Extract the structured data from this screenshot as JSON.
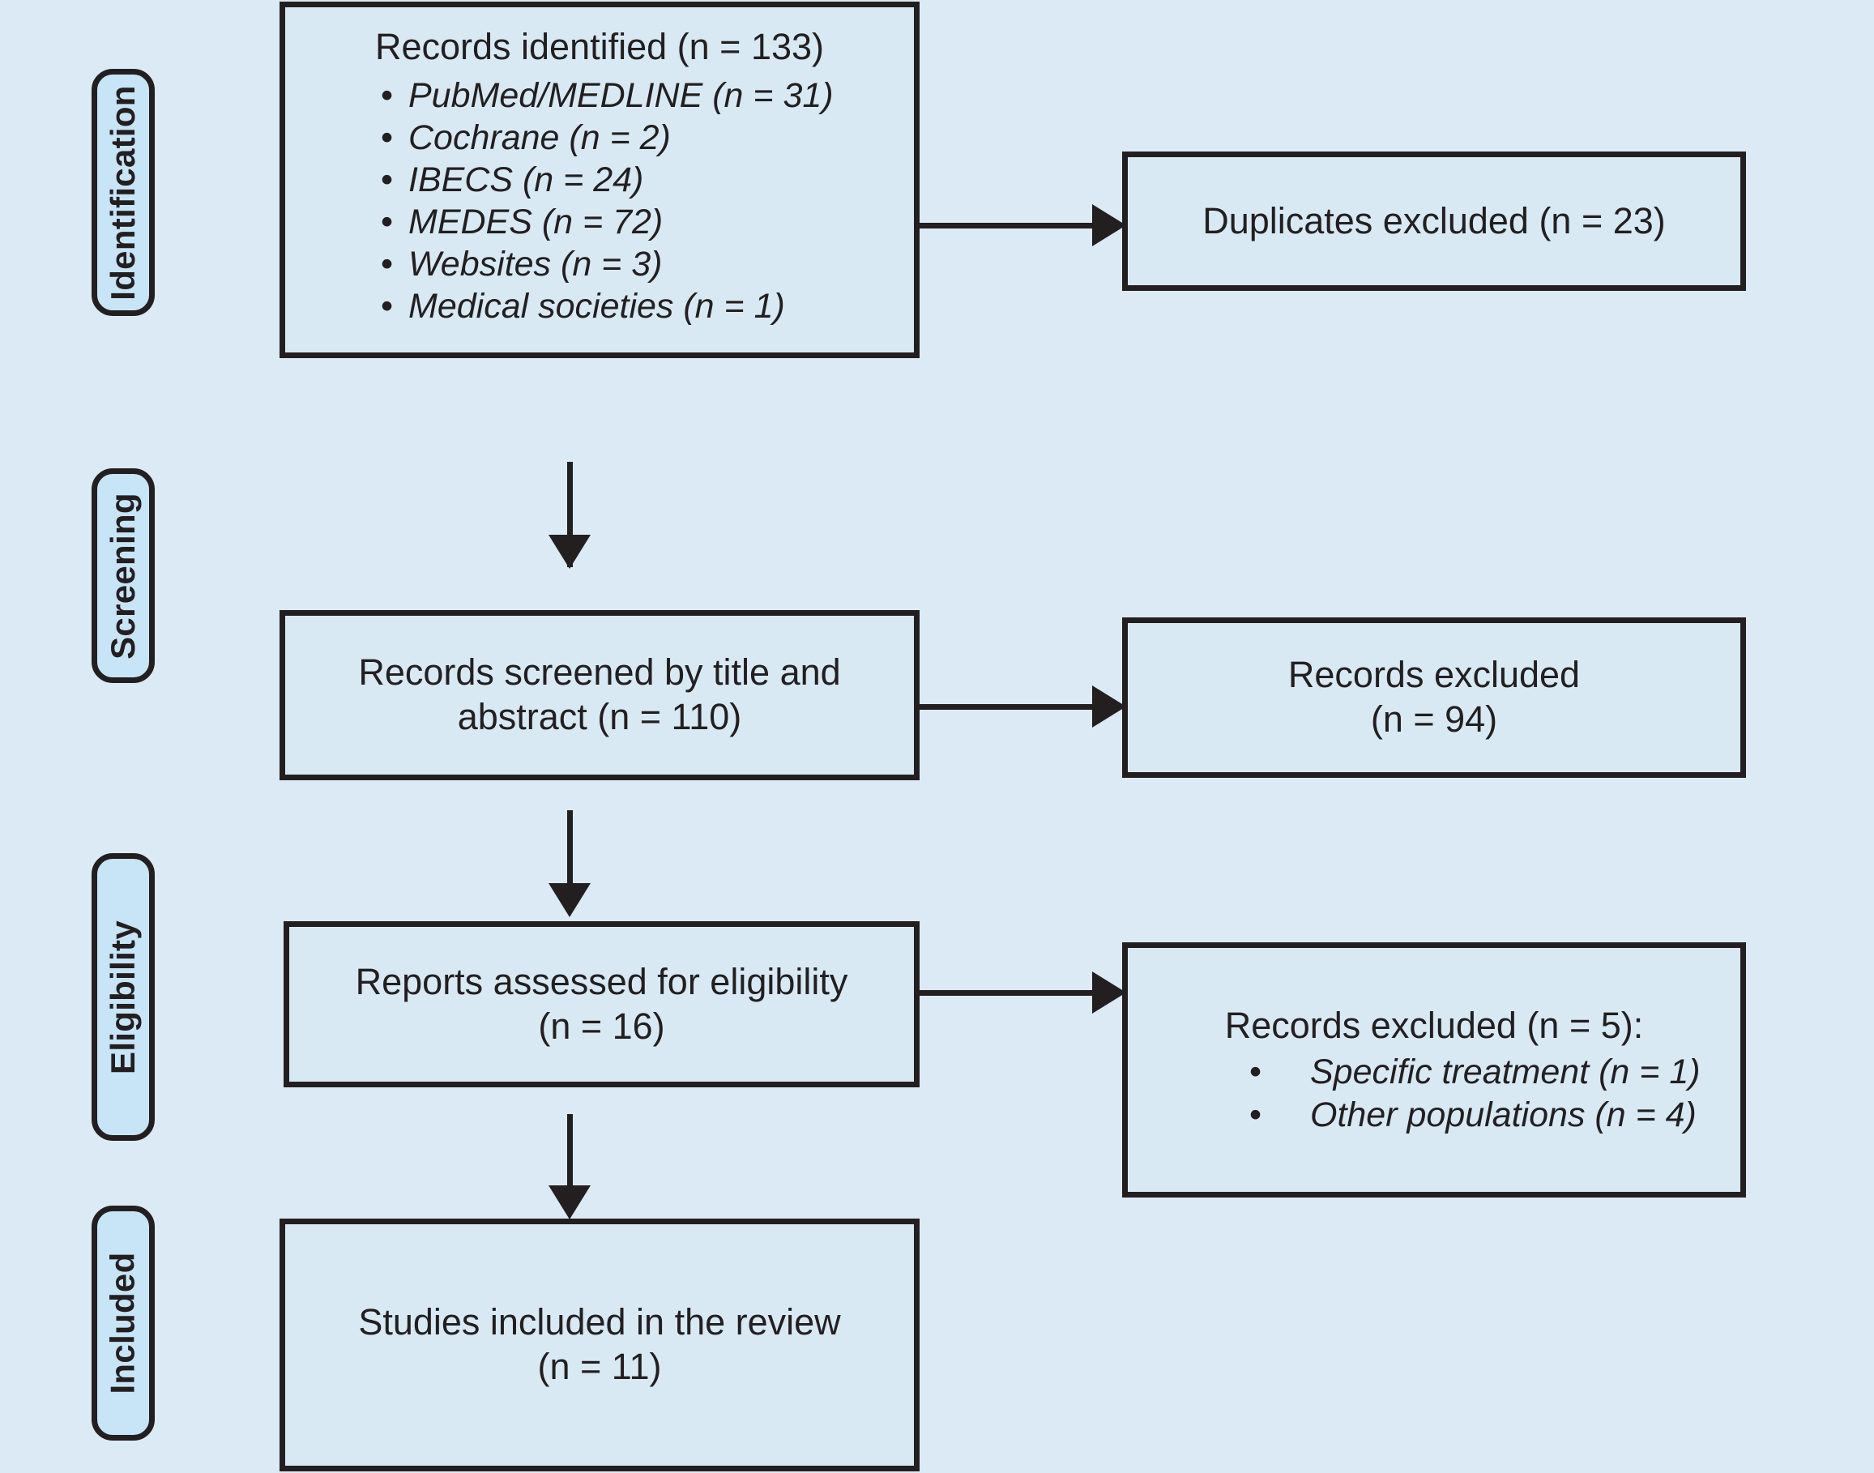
{
  "diagram": {
    "type": "prisma-flow-diagram",
    "background_color": "#dceaf5",
    "border_color": "#231f20",
    "stage_label_fill": "#c8e4f7",
    "box_fill": "#d8e9f4"
  },
  "stages": [
    {
      "id": "identification",
      "label": "Identification"
    },
    {
      "id": "screening",
      "label": "Screening"
    },
    {
      "id": "eligibility",
      "label": "Eligibility"
    },
    {
      "id": "included",
      "label": "Included"
    }
  ],
  "boxes": {
    "identified": {
      "title": "Records identified (n = 133)",
      "bullets": [
        "PubMed/MEDLINE (n = 31)",
        "Cochrane (n = 2)",
        "IBECS (n = 24)",
        "MEDES (n = 72)",
        "Websites (n = 3)",
        "Medical societies (n = 1)"
      ]
    },
    "duplicates_excluded": {
      "title": "Duplicates excluded (n = 23)"
    },
    "screened": {
      "title": "Records screened by title and\nabstract (n = 110)"
    },
    "records_excluded_screening": {
      "title": "Records excluded\n(n = 94)"
    },
    "assessed": {
      "title": "Reports assessed for eligibility\n(n = 16)"
    },
    "records_excluded_eligibility": {
      "title": "Records excluded (n = 5):",
      "bullets": [
        "Specific treatment (n = 1)",
        "Other populations (n = 4)"
      ]
    },
    "included_studies": {
      "title": "Studies included in the review\n(n = 11)"
    }
  },
  "bullet_glyph": "•",
  "counts": {
    "records_identified": 133,
    "pubmed_medline": 31,
    "cochrane": 2,
    "ibecs": 24,
    "medes": 72,
    "websites": 3,
    "medical_societies": 1,
    "duplicates_excluded": 23,
    "records_screened": 110,
    "records_excluded_screening": 94,
    "reports_assessed": 16,
    "records_excluded_eligibility": 5,
    "excluded_specific_treatment": 1,
    "excluded_other_populations": 4,
    "studies_included": 11
  }
}
